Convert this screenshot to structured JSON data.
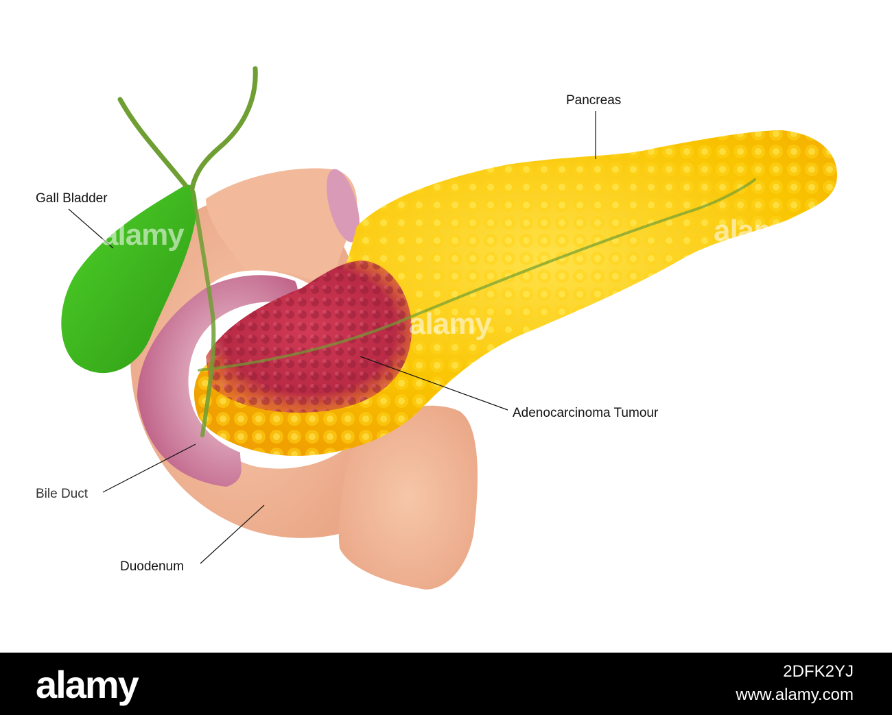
{
  "labels": {
    "pancreas": "Pancreas",
    "gall_bladder": "Gall Bladder",
    "tumour": "Adenocarcinoma Tumour",
    "bile_duct": "Bile Duct",
    "duodenum": "Duodenum"
  },
  "watermark": "alamy",
  "footer": {
    "logo": "alamy",
    "image_id": "2DFK2YJ",
    "url": "www.alamy.com"
  },
  "colors": {
    "pancreas": "#f7b400",
    "pancreas_highlight": "#ffe24a",
    "tumour": "#c8304e",
    "gall_bladder": "#3db81e",
    "duodenum": "#f2b99a",
    "duodenum_inner": "#c96e8c",
    "bile_duct": "#7aa83a",
    "footer_bg": "#000000"
  }
}
